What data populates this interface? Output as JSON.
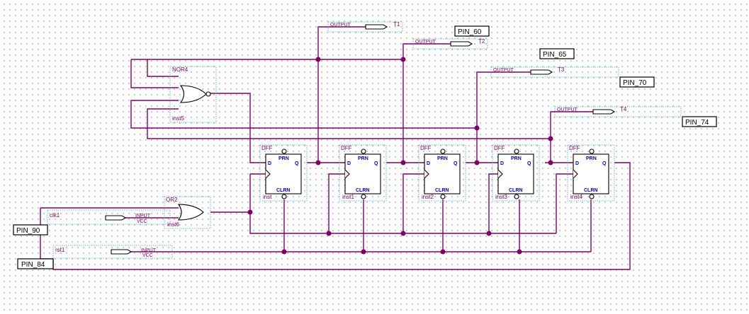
{
  "pins": {
    "pin_60": "PIN_60",
    "pin_65": "PIN_65",
    "pin_70": "PIN_70",
    "pin_74": "PIN_74",
    "pin_90": "PIN_90",
    "pin_84": "PIN_84"
  },
  "outputs": [
    {
      "type": "OUTPUT",
      "name": "T1"
    },
    {
      "type": "OUTPUT",
      "name": "T2"
    },
    {
      "type": "OUTPUT",
      "name": "T3"
    },
    {
      "type": "OUTPUT",
      "name": "T4"
    }
  ],
  "inputs": [
    {
      "type": "INPUT",
      "vcc": "VCC",
      "name": "clk1"
    },
    {
      "type": "INPUT",
      "vcc": "VCC",
      "name": "rst1"
    }
  ],
  "nor_gate": {
    "type": "NOR4",
    "instance": "inst5"
  },
  "or_gate": {
    "type": "OR2",
    "instance": "inst6"
  },
  "flipflops": [
    {
      "type": "DFF",
      "instance": "inst",
      "pins": {
        "d": "D",
        "q": "Q",
        "prn": "PRN",
        "clrn": "CLRN"
      }
    },
    {
      "type": "DFF",
      "instance": "inst1",
      "pins": {
        "d": "D",
        "q": "Q",
        "prn": "PRN",
        "clrn": "CLRN"
      }
    },
    {
      "type": "DFF",
      "instance": "inst2",
      "pins": {
        "d": "D",
        "q": "Q",
        "prn": "PRN",
        "clrn": "CLRN"
      }
    },
    {
      "type": "DFF",
      "instance": "inst3",
      "pins": {
        "d": "D",
        "q": "Q",
        "prn": "PRN",
        "clrn": "CLRN"
      }
    },
    {
      "type": "DFF",
      "instance": "inst4",
      "pins": {
        "d": "D",
        "q": "Q",
        "prn": "PRN",
        "clrn": "CLRN"
      }
    }
  ],
  "colors": {
    "wire": "#80006a",
    "pin_label": "#0000cc",
    "frame": "#3aa6b0",
    "grid_dots": "#9a9a9a"
  }
}
